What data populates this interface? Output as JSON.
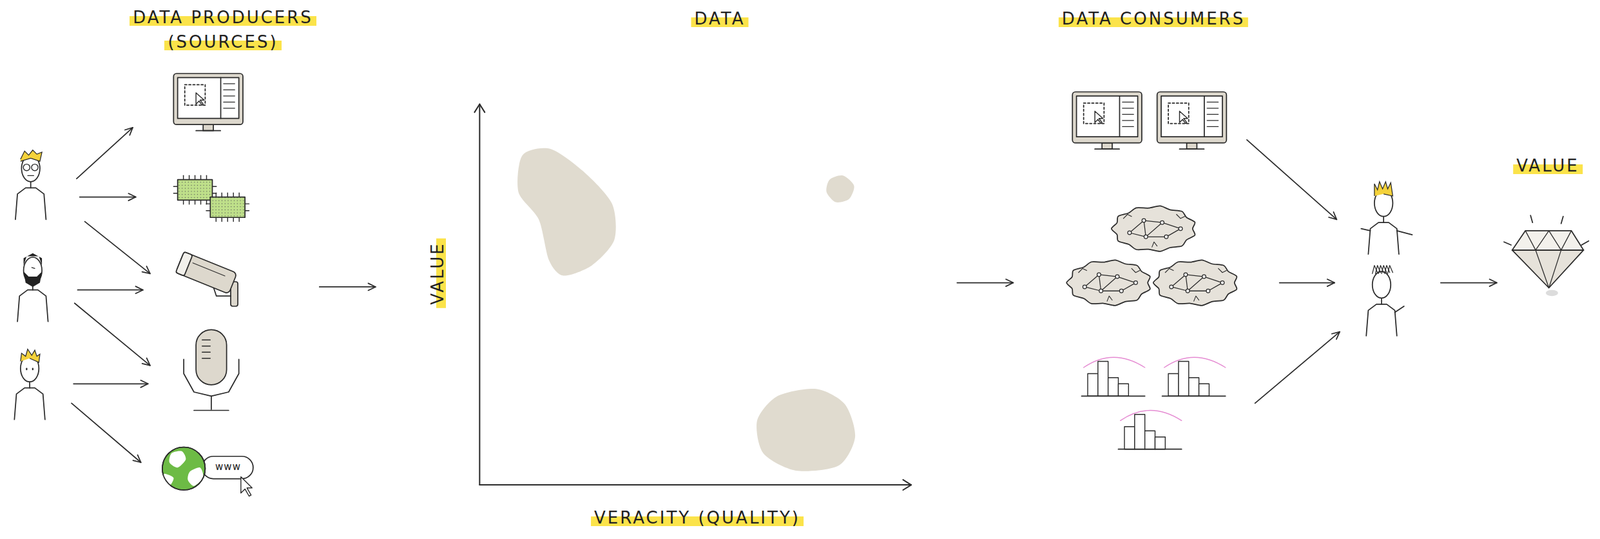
{
  "diagram": {
    "labels": [
      "DATA PRODUCERS (SOURCES)",
      "DATA",
      "DATA CONSUMERS",
      "VALUE",
      "VERACITY (QUALITY)",
      "VALUE",
      "www"
    ]
  }
}
